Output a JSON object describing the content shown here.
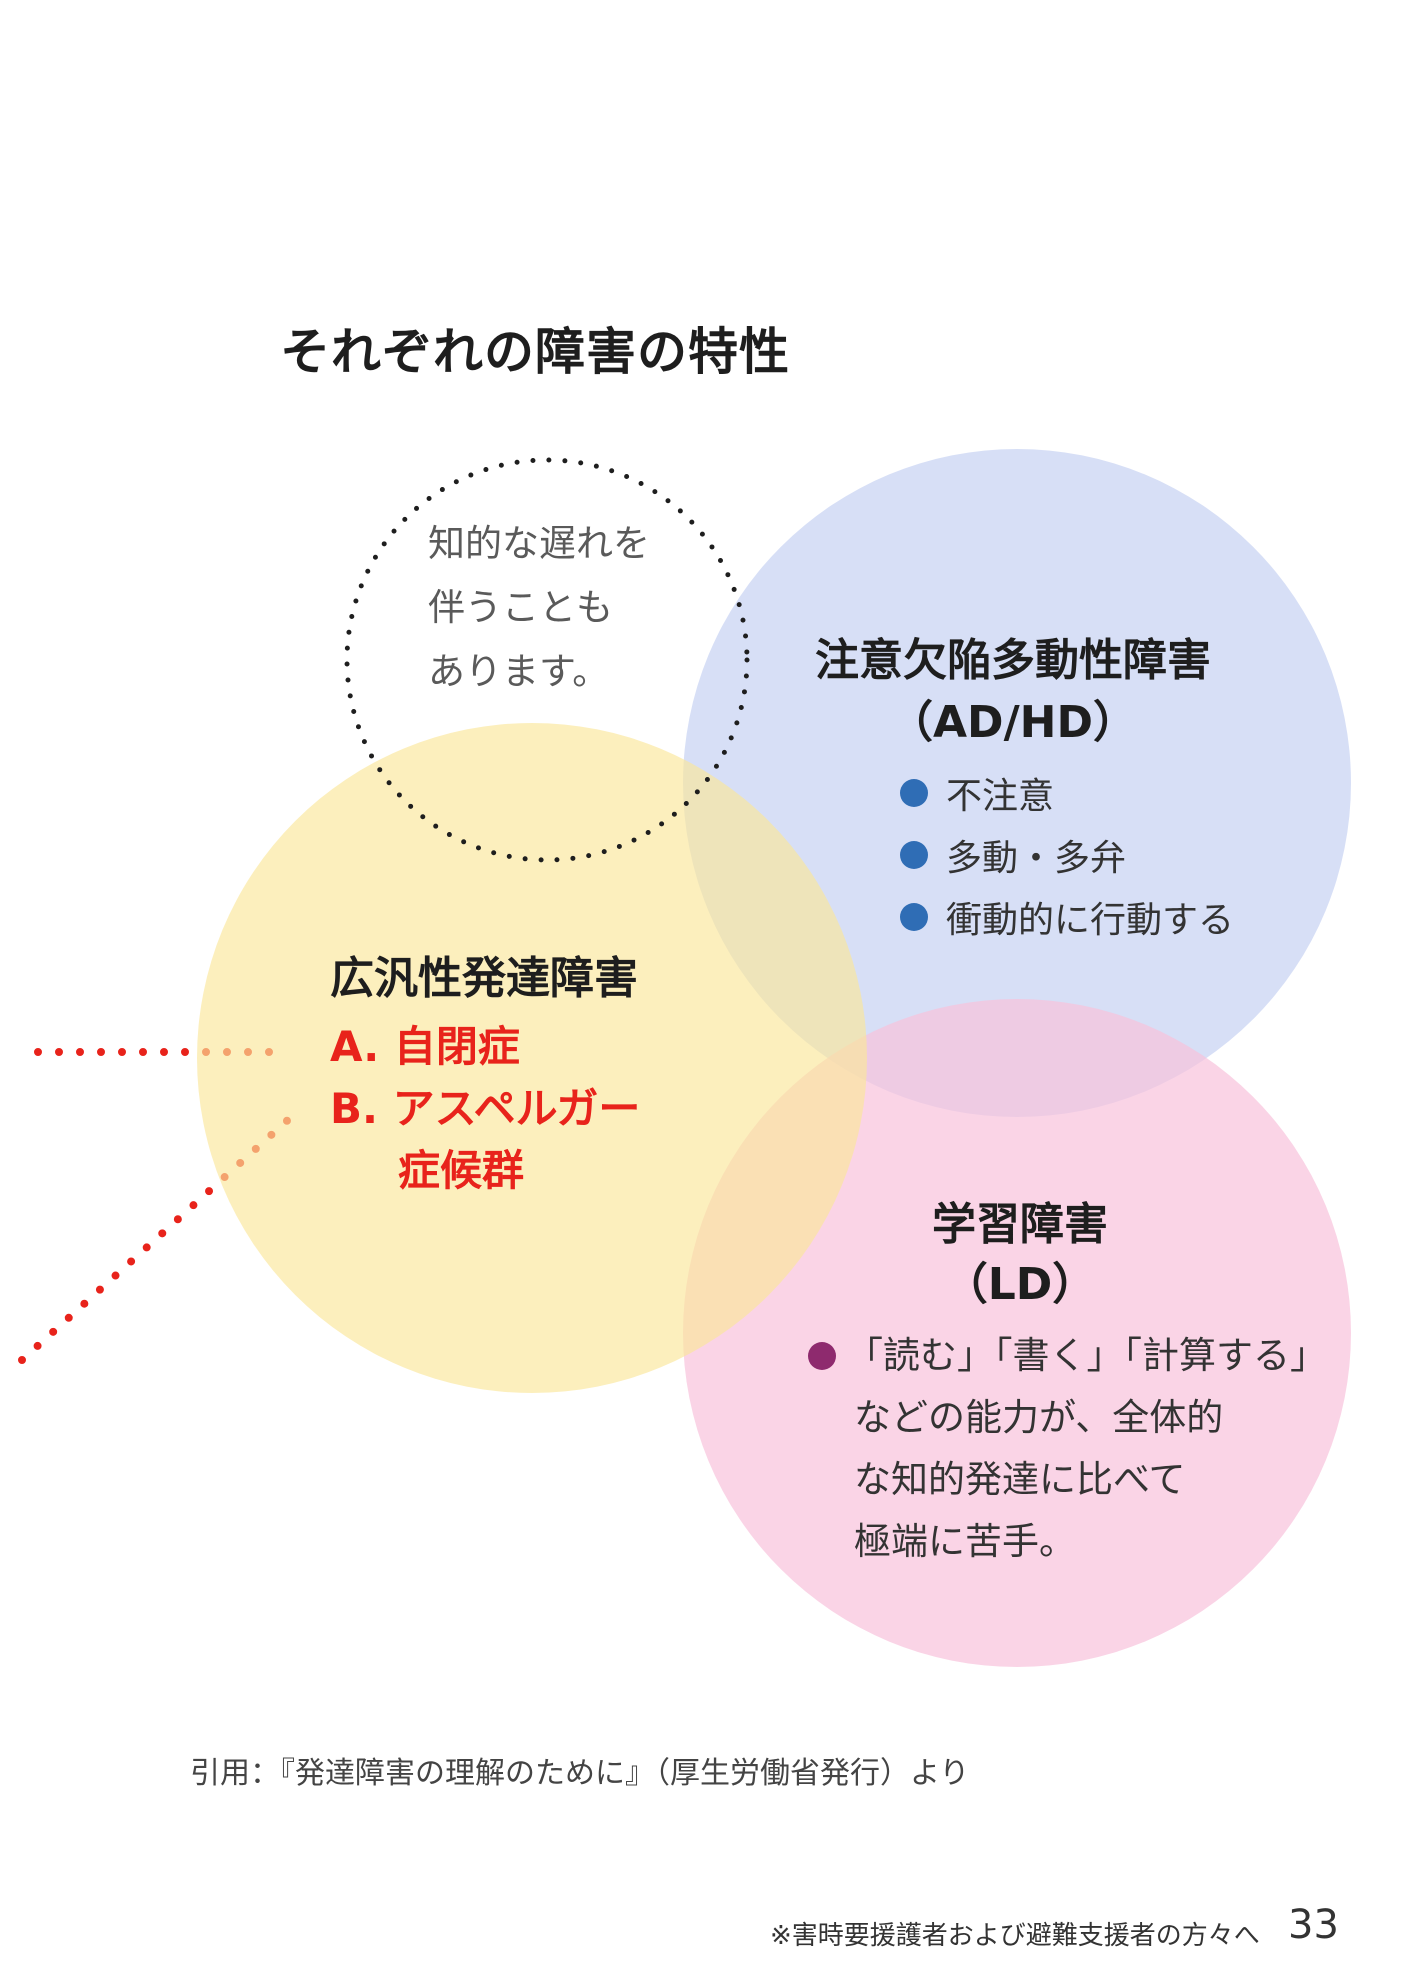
{
  "title": "それぞれの障害の特性",
  "intellectual_note": {
    "lines": [
      "知的な遅れを",
      "伴うことも",
      "あります。"
    ]
  },
  "adhd": {
    "title": "注意欠陥多動性障害",
    "abbr": "（AD/HD）",
    "items": [
      "不注意",
      "多動・多弁",
      "衝動的に行動する"
    ],
    "bullet_color": "#2f6db5"
  },
  "pdd": {
    "title": "広汎性発達障害",
    "item_a": "A. 自閉症",
    "item_b": "B. アスペルガー",
    "item_b_cont": "症候群"
  },
  "ld": {
    "title": "学習障害",
    "abbr": "（LD）",
    "lines": [
      "「読む」「書く」「計算する」",
      "などの能力が、全体的",
      "な知的発達に比べて",
      "極端に苦手。"
    ],
    "bullet_color": "#8e2a6e"
  },
  "colors": {
    "adhd_circle": "#c7d3f3",
    "pdd_circle": "#fbe79a",
    "ld_circle": "#f8c2dc",
    "red_accent": "#e8231b"
  },
  "source_note": "引用：『発達障害の理解のために』（厚生労働省発行）より",
  "footer": "※害時要援護者および避難支援者の方々へ",
  "page_number": "33"
}
